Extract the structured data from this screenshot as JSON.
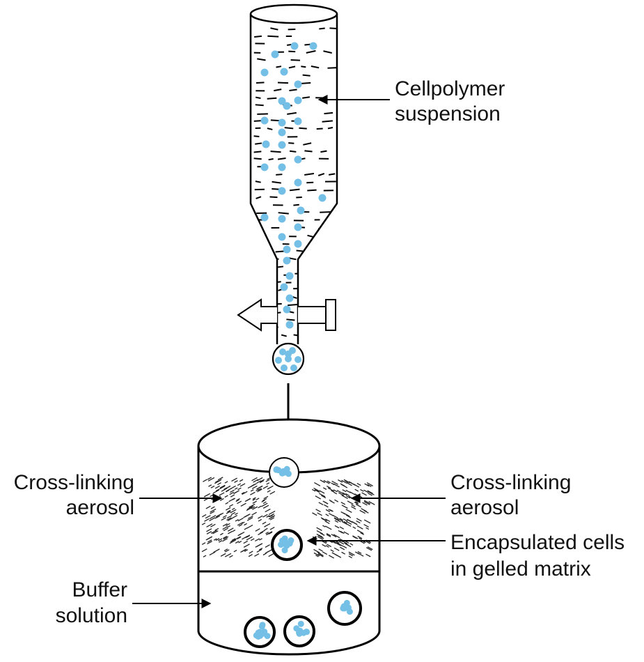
{
  "labels": {
    "cellpolymer_line1": "Cellpolymer",
    "cellpolymer_line2": "suspension",
    "crosslink_left_line1": "Cross-linking",
    "crosslink_left_line2": "aerosol",
    "crosslink_right_line1": "Cross-linking",
    "crosslink_right_line2": "aerosol",
    "encapsulated_line1": "Encapsulated cells",
    "encapsulated_line2": "in gelled matrix",
    "buffer_line1": "Buffer",
    "buffer_line2": "solution"
  },
  "colors": {
    "cell": "#74bfe6",
    "outline": "#000000",
    "background": "#ffffff"
  }
}
